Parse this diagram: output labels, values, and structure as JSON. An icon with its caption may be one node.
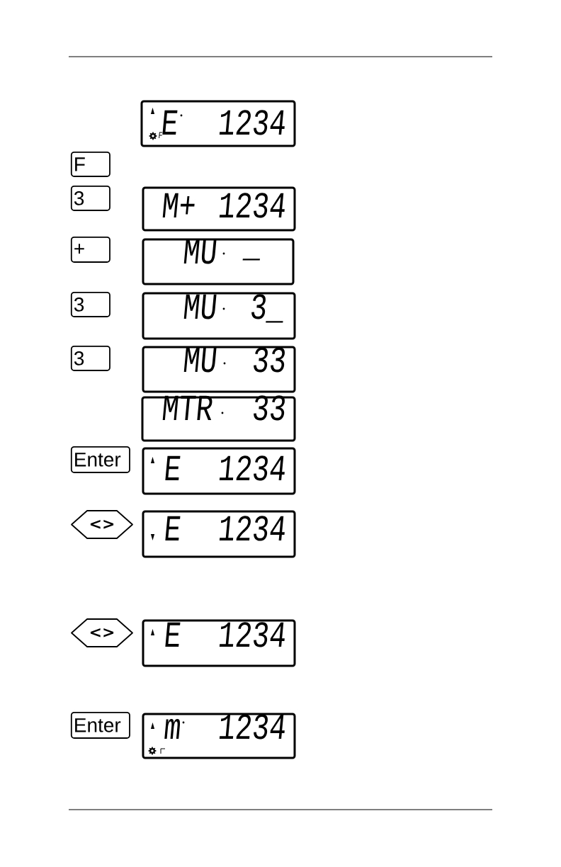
{
  "diagram": {
    "nodes": [
      {
        "text": [
          "E",
          "1234",
          "F"
        ]
      },
      {
        "text": [
          "F"
        ]
      },
      {
        "text": [
          "3"
        ]
      },
      {
        "text": [
          "M+",
          "1234"
        ]
      },
      {
        "text": [
          "+"
        ]
      },
      {
        "text": [
          "MU",
          "_"
        ]
      },
      {
        "text": [
          "3"
        ]
      },
      {
        "text": [
          "MU",
          "3_"
        ]
      },
      {
        "text": [
          "3"
        ]
      },
      {
        "text": [
          "MU",
          "33"
        ]
      },
      {
        "text": [
          "MTR",
          "33"
        ]
      },
      {
        "text": [
          "Enter"
        ]
      },
      {
        "text": [
          "E",
          "1234"
        ]
      },
      {
        "text": [
          "<>"
        ]
      },
      {
        "text": [
          "E",
          "1234"
        ]
      },
      {
        "text": [
          "<>"
        ]
      },
      {
        "text": [
          "E",
          "1234"
        ]
      },
      {
        "text": [
          "Enter"
        ]
      },
      {
        "text": [
          "m",
          "1234"
        ]
      }
    ]
  }
}
